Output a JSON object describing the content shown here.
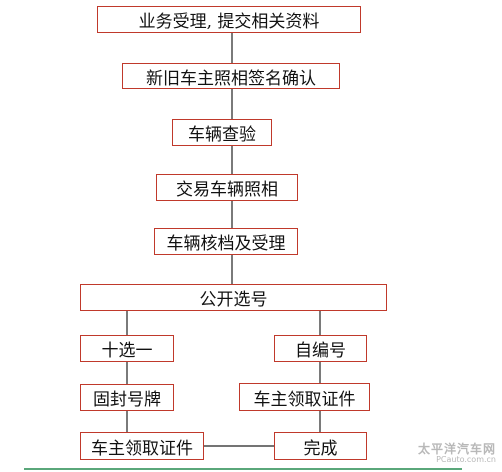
{
  "flowchart": {
    "nodes": {
      "step_business_acceptance": "业务受理, 提交相关资料",
      "step_owner_photo_sign": "新旧车主照相签名确认",
      "step_vehicle_inspection": "车辆查验",
      "step_vehicle_photo": "交易车辆照相",
      "step_archive_review": "车辆核档及受理",
      "step_plate_selection": "公开选号",
      "branch_left_choose_one": "十选一",
      "branch_right_self_number": "自编号",
      "step_seal_plate": "固封号牌",
      "step_right_collect_docs": "车主领取证件",
      "step_left_collect_docs": "车主领取证件",
      "step_complete": "完成"
    },
    "edges": [
      [
        "step_business_acceptance",
        "step_owner_photo_sign"
      ],
      [
        "step_owner_photo_sign",
        "step_vehicle_inspection"
      ],
      [
        "step_vehicle_inspection",
        "step_vehicle_photo"
      ],
      [
        "step_vehicle_photo",
        "step_archive_review"
      ],
      [
        "step_archive_review",
        "step_plate_selection"
      ],
      [
        "step_plate_selection",
        "branch_left_choose_one"
      ],
      [
        "step_plate_selection",
        "branch_right_self_number"
      ],
      [
        "branch_left_choose_one",
        "step_seal_plate"
      ],
      [
        "branch_right_self_number",
        "step_right_collect_docs"
      ],
      [
        "step_seal_plate",
        "step_left_collect_docs"
      ],
      [
        "step_right_collect_docs",
        "step_complete"
      ],
      [
        "step_left_collect_docs",
        "step_complete"
      ]
    ],
    "border_color": "#c0392b",
    "line_color": "#222222"
  },
  "watermark": {
    "main": "太平洋汽车网",
    "sub": "PCauto.com.cn"
  }
}
